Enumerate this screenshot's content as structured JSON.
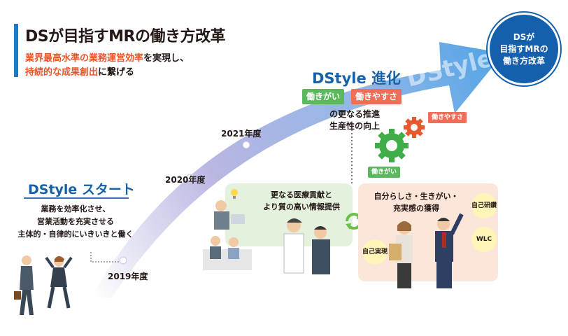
{
  "header": {
    "title": "DSが目指すMRの働き方改革",
    "line1_highlight": "業界最高水準の業務運営効率",
    "line1_rest": "を実現し、",
    "line2_highlight": "持続的な成果創出",
    "line2_rest": "に繋げる"
  },
  "goal": {
    "line1": "DSが",
    "line2": "目指すMRの",
    "line3": "働き方改革"
  },
  "arrow": {
    "watermark": "DStyle"
  },
  "evolution": {
    "title": "DStyle 進化",
    "tag_green": "働きがい",
    "tag_red": "働きやすさ",
    "line1": "の更なる推進",
    "line2": "生産性の向上",
    "gear_tag_red": "働きやすさ",
    "gear_tag_green": "働きがい"
  },
  "years": {
    "y2019": "2019年度",
    "y2020": "2020年度",
    "y2021": "2021年度"
  },
  "start": {
    "title": "DStyle スタート",
    "line1": "業務を効率化させ、",
    "line2": "営業活動を充実させる",
    "line3": "主体的・自律的にいきいきと働く"
  },
  "panel_green": {
    "line1": "更なる医療貢献と",
    "line2": "より質の高い情報提供"
  },
  "panel_orange": {
    "line1": "自分らしさ・生きがい・",
    "line2": "充実感の獲得",
    "bubble_a": "自己研鑽",
    "bubble_b": "WLC",
    "bubble_c": "自己実現"
  },
  "colors": {
    "brand_blue": "#1761a8",
    "accent_red": "#e8572a",
    "green": "#5cb85c",
    "coral": "#f06d57"
  }
}
